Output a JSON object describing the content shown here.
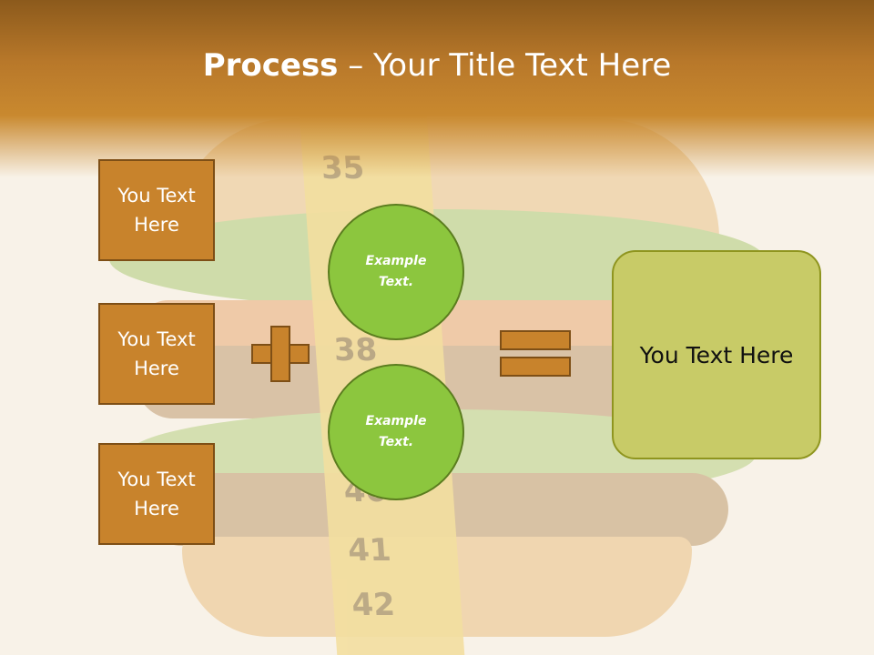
{
  "slide": {
    "title_bold": "Process",
    "title_rest": " – Your Title Text Here",
    "left_boxes": [
      "You Text\nHere",
      "You Text\nHere",
      "You Text\nHere"
    ],
    "circles": [
      "Example\nText.",
      "Example\nText."
    ],
    "result_text": "You Text Here"
  },
  "background_decor": {
    "tape_numbers": [
      "35",
      "38",
      "40",
      "41",
      "42"
    ]
  },
  "colors": {
    "header": "#b8782a",
    "box_fill": "#c8832c",
    "box_border": "#7e4f16",
    "circle_fill": "#8cc63e",
    "result_fill": "#c8cb67"
  },
  "icons": {
    "plus": "plus-sign",
    "equals": "equals-sign"
  }
}
